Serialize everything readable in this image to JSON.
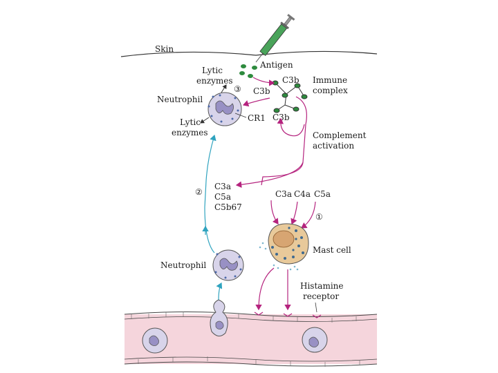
{
  "labels": {
    "skin": "Skin",
    "antigen": "Antigen",
    "lytic_enzymes_top_line1": "Lytic",
    "lytic_enzymes_top_line2": "enzymes",
    "step3": "③",
    "c3b_top": "C3b",
    "c3b_left": "C3b",
    "c3b_bottom": "C3b",
    "immune_complex_line1": "Immune",
    "immune_complex_line2": "complex",
    "neutrophil_top": "Neutrophil",
    "cr1": "CR1",
    "lytic_enzymes_left_line1": "Lytic",
    "lytic_enzymes_left_line2": "enzymes",
    "complement_activation_line1": "Complement",
    "complement_activation_line2": "activation",
    "step2": "②",
    "c3a_left": "C3a",
    "c5a_left": "C5a",
    "c5b67": "C5b67",
    "c3a_right": "C3a",
    "c4a": "C4a",
    "c5a_right": "C5a",
    "step1": "①",
    "mast_cell": "Mast cell",
    "neutrophil_bottom": "Neutrophil",
    "histamine_receptor_line1": "Histamine",
    "histamine_receptor_line2": "receptor"
  },
  "colors": {
    "pathway": "#b5237e",
    "migration": "#2fa3bf",
    "antigen": "#2e8b3e",
    "vessel": "#f5d5dc",
    "cell": "#d8d4ea",
    "nucleus": "#9890c4",
    "mast_cell": "#e8c99a"
  }
}
